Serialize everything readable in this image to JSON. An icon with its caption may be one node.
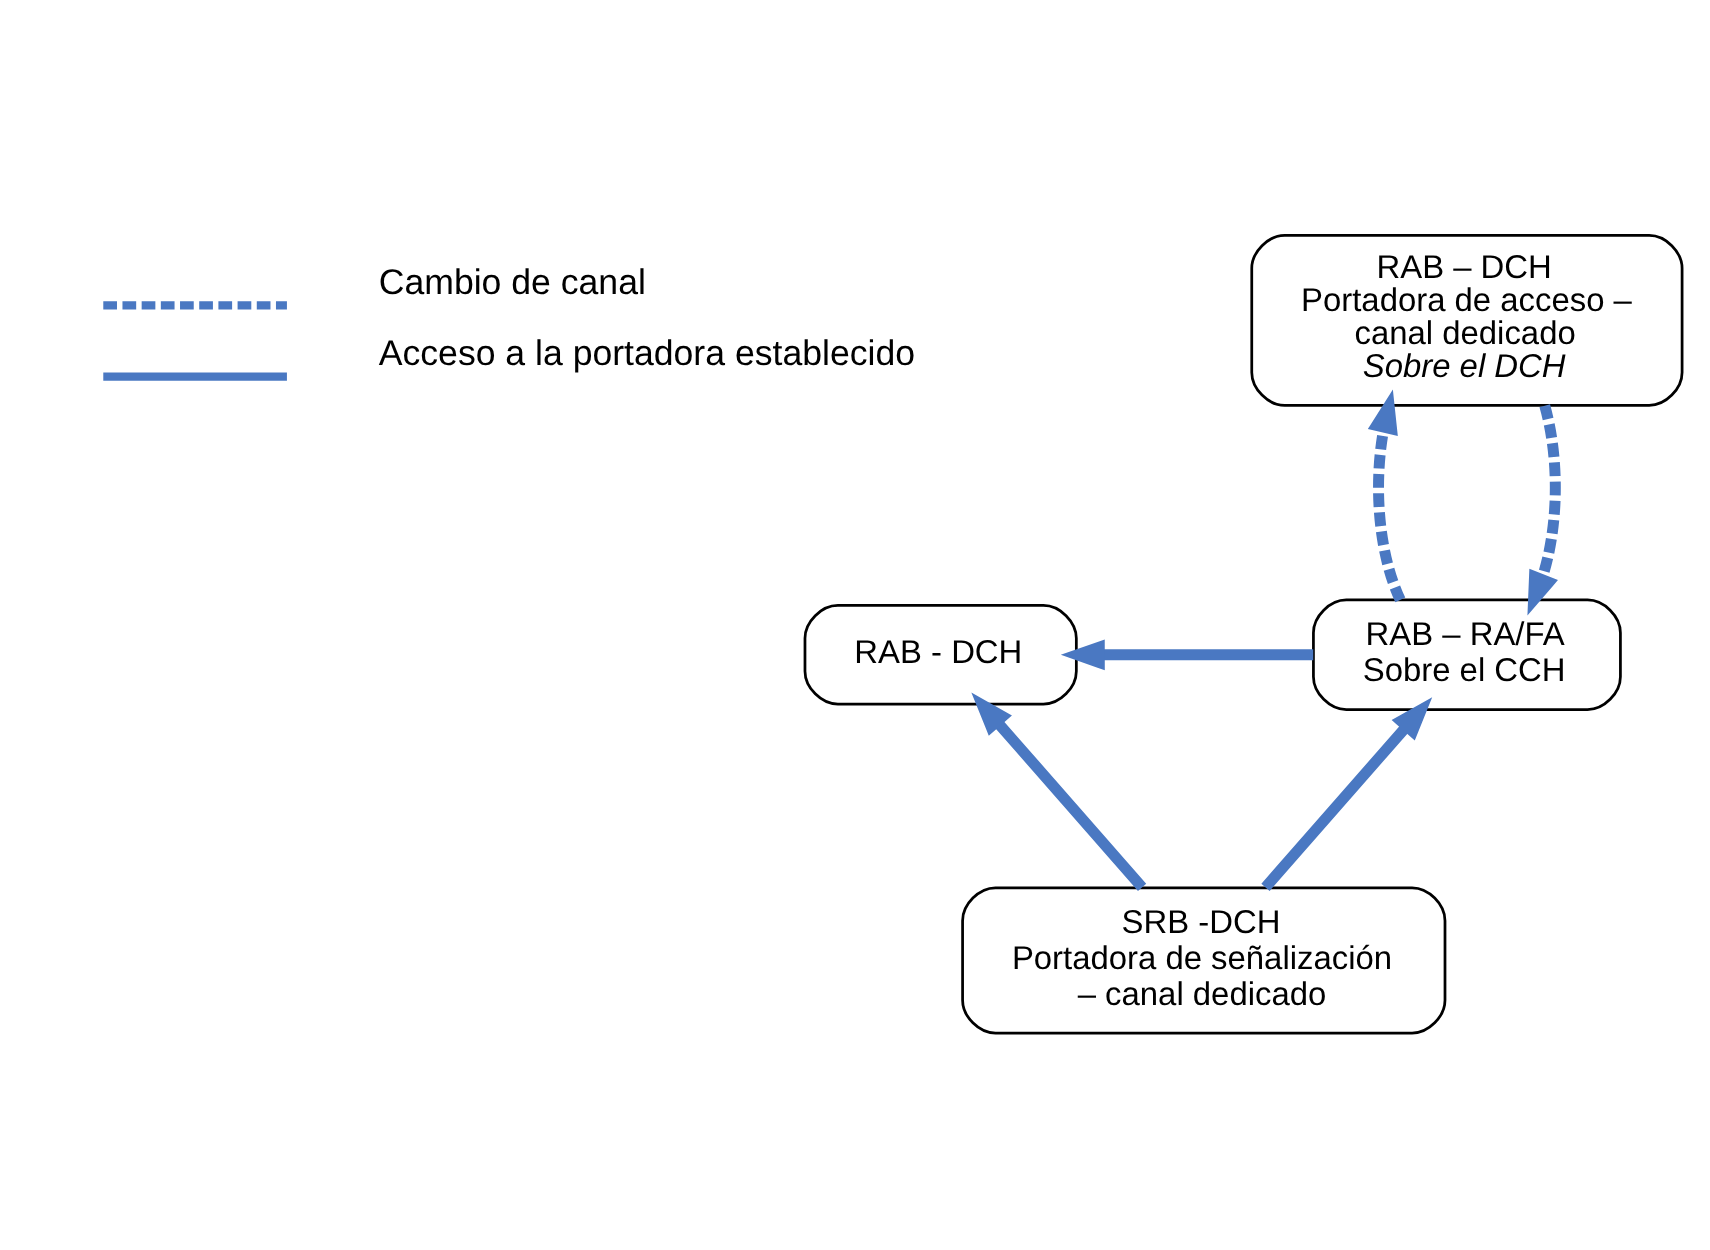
{
  "diagram": {
    "nodes": [
      {
        "text": [
          "RAB – DCH",
          "Portadora de acceso – canal dedicado",
          "Sobre el DCH"
        ]
      },
      {
        "text": [
          "RAB - DCH"
        ]
      },
      {
        "text": [
          "RAB – RA/FA",
          "Sobre el CCH"
        ]
      },
      {
        "text": [
          "SRB -DCH",
          "Portadora de señalización – canal dedicado"
        ]
      }
    ],
    "edges": [
      {
        "from": 2,
        "to": 0,
        "arrow": "to",
        "style": "dashed"
      },
      {
        "from": 0,
        "to": 2,
        "arrow": "to",
        "style": "dashed"
      },
      {
        "from": 2,
        "to": 1,
        "arrow": "to"
      },
      {
        "from": 3,
        "to": 1,
        "arrow": "to"
      },
      {
        "from": 3,
        "to": 2,
        "arrow": "to"
      }
    ],
    "legend": [
      {
        "text": "Cambio de canal"
      },
      {
        "text": "Acceso a la portadora establecido"
      }
    ]
  }
}
